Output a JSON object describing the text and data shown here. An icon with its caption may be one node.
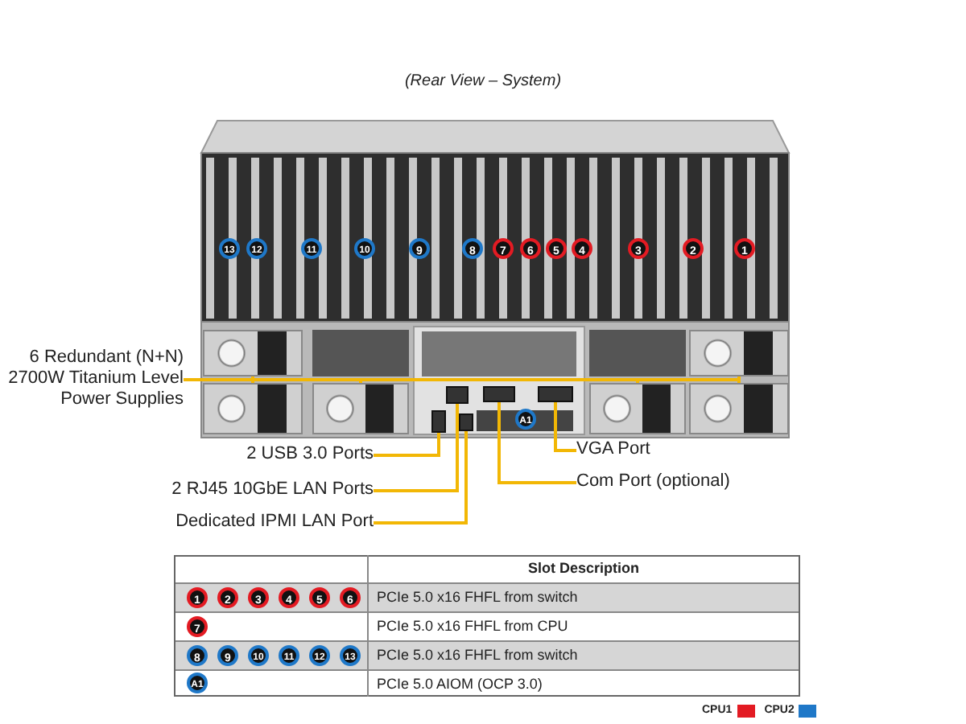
{
  "diagram": {
    "title": "(Rear View – System)",
    "nodes": [
      {
        "text": [
          "6 Redundant (N+N) 2700W Titanium Level Power Supplies"
        ]
      },
      {
        "text": [],
        "shape": "box"
      },
      {
        "text": [],
        "shape": "box"
      },
      {
        "text": [],
        "shape": "box"
      },
      {
        "text": [],
        "shape": "box"
      },
      {
        "text": [],
        "shape": "box"
      },
      {
        "text": [],
        "shape": "box"
      },
      {
        "text": [],
        "shape": "box"
      },
      {
        "text": [],
        "shape": "box"
      },
      {
        "text": [],
        "shape": "box"
      },
      {
        "text": [],
        "shape": "box"
      },
      {
        "text": [],
        "shape": "box"
      },
      {
        "text": [
          "2 USB 3.0 Ports"
        ]
      },
      {
        "text": [
          "2 RJ45 10GbE LAN Ports"
        ]
      },
      {
        "text": [
          "Dedicated IPMI LAN Port"
        ]
      },
      {
        "text": [
          "VGA Port"
        ]
      },
      {
        "text": [
          "Com Port (optional)"
        ]
      }
    ],
    "edges": [
      {
        "from": 0,
        "to": 1,
        "arrow": "none"
      },
      {
        "from": 0,
        "to": 2,
        "arrow": "none"
      },
      {
        "from": 0,
        "to": 3,
        "arrow": "none"
      },
      {
        "from": 0,
        "to": 4,
        "arrow": "none"
      },
      {
        "from": 0,
        "to": 5,
        "arrow": "none"
      },
      {
        "from": 0,
        "to": 6,
        "arrow": "none"
      },
      {
        "from": 12,
        "to": 7,
        "arrow": "none"
      },
      {
        "from": 13,
        "to": 8,
        "arrow": "none"
      },
      {
        "from": 14,
        "to": 9,
        "arrow": "none"
      },
      {
        "from": 15,
        "to": 11,
        "arrow": "none"
      },
      {
        "from": 16,
        "to": 10,
        "arrow": "none"
      }
    ],
    "labels": [
      "13",
      "12",
      "11",
      "10",
      "9",
      "8",
      "7",
      "6",
      "5",
      "4",
      "3",
      "2",
      "1",
      "A1",
      "Slot Description",
      "1",
      "2",
      "3",
      "4",
      "5",
      "6",
      "PCIe 5.0 x16 FHFL from switch",
      "7",
      "PCIe 5.0 x16 FHFL from CPU",
      "8",
      "9",
      "10",
      "11",
      "12",
      "13",
      "PCIe 5.0 x16 FHFL from switch",
      "A1",
      "PCIe 5.0 AIOM (OCP 3.0)"
    ],
    "legend": [
      {
        "text": "CPU1",
        "color": "#e31b23"
      },
      {
        "text": "CPU2",
        "color": "#1f78c8"
      }
    ]
  }
}
